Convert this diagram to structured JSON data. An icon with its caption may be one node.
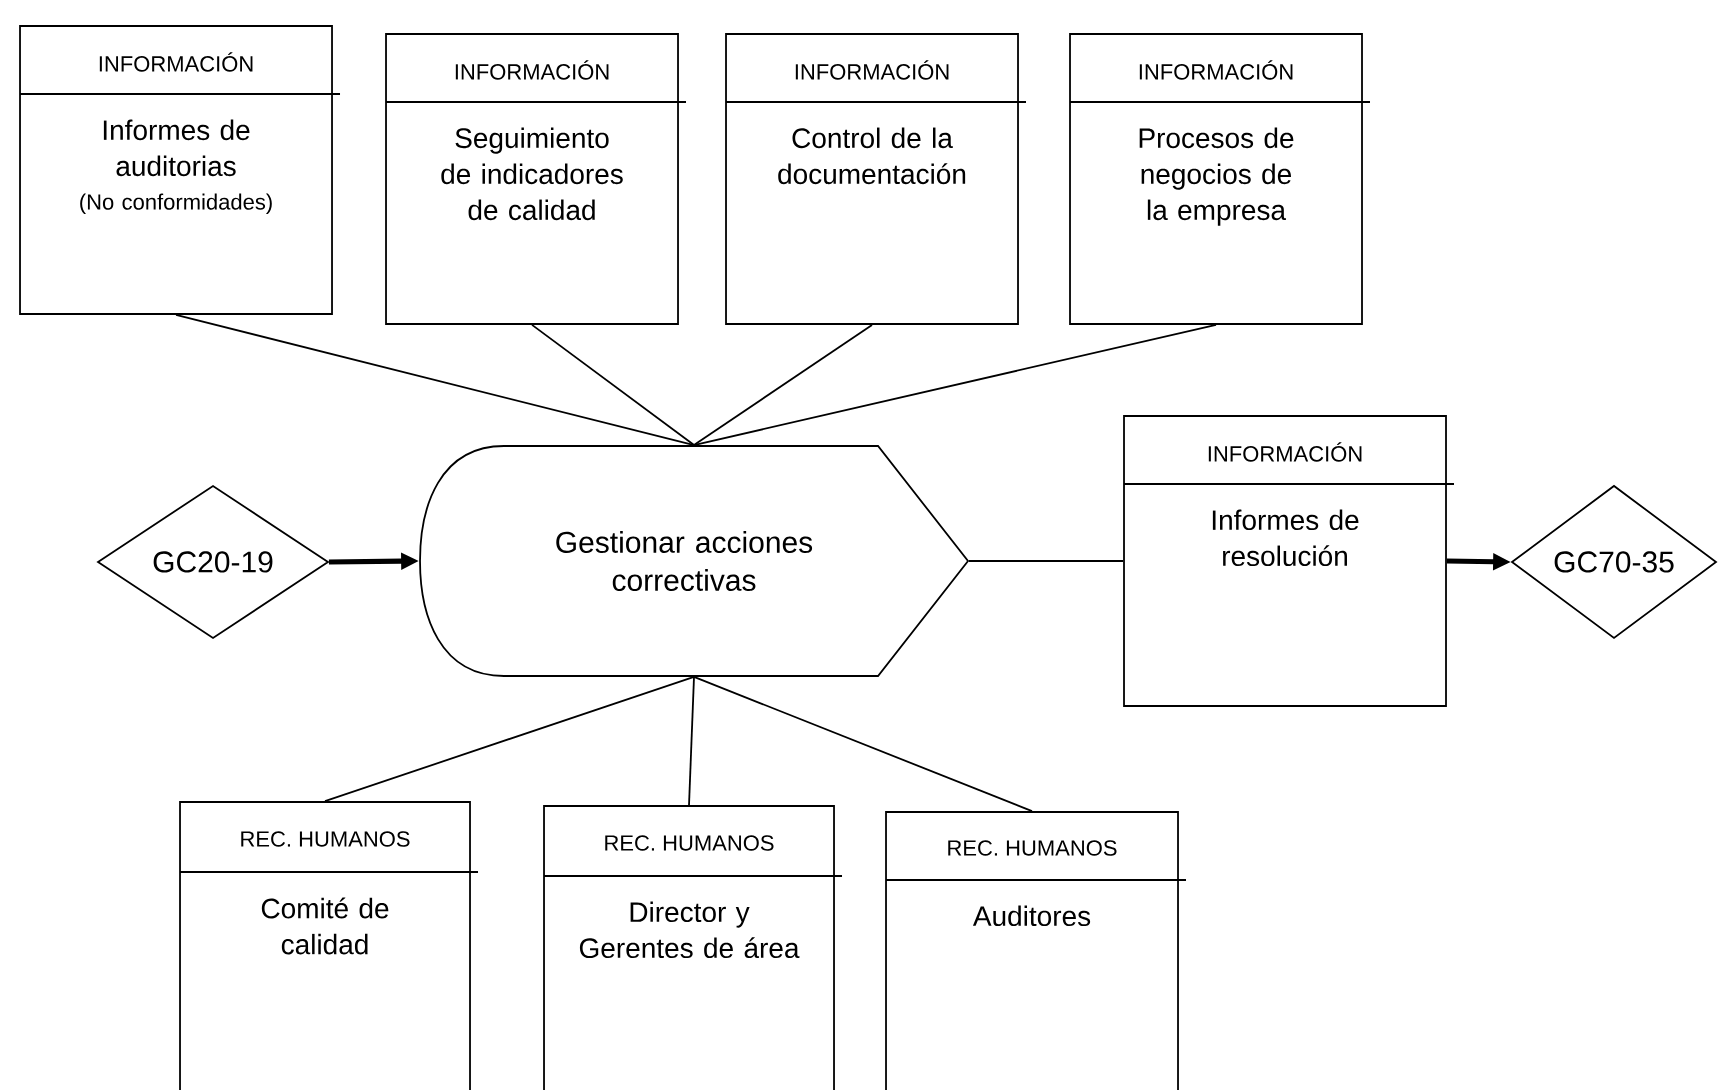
{
  "diagram": {
    "nodes": [
      {
        "text": [
          "INFORMACIÓN",
          "Informes de auditorias",
          "(No conformidades)"
        ]
      },
      {
        "text": [
          "INFORMACIÓN",
          "Seguimiento de indicadores de calidad"
        ]
      },
      {
        "text": [
          "INFORMACIÓN",
          "Control de la documentación"
        ]
      },
      {
        "text": [
          "INFORMACIÓN",
          "Procesos de negocios de la empresa"
        ]
      },
      {
        "text": [
          "GC20-19"
        ]
      },
      {
        "text": [
          "Gestionar acciones correctivas"
        ]
      },
      {
        "text": [
          "INFORMACIÓN",
          "Informes de resolución"
        ]
      },
      {
        "text": [
          "GC70-35"
        ]
      },
      {
        "text": [
          "REC. HUMANOS",
          "Comité de calidad"
        ]
      },
      {
        "text": [
          "REC. HUMANOS",
          "Director y Gerentes de área"
        ]
      },
      {
        "text": [
          "REC. HUMANOS",
          "Auditores"
        ]
      }
    ],
    "edges": [
      {
        "from": 0,
        "to": 5,
        "arrow": "none"
      },
      {
        "from": 1,
        "to": 5,
        "arrow": "none"
      },
      {
        "from": 2,
        "to": 5,
        "arrow": "none"
      },
      {
        "from": 3,
        "to": 5,
        "arrow": "none"
      },
      {
        "from": 4,
        "to": 5,
        "arrow": "to",
        "style": "thick"
      },
      {
        "from": 5,
        "to": 6,
        "arrow": "none"
      },
      {
        "from": 6,
        "to": 7,
        "arrow": "to",
        "style": "thick"
      },
      {
        "from": 5,
        "to": 8,
        "arrow": "none"
      },
      {
        "from": 5,
        "to": 9,
        "arrow": "none"
      },
      {
        "from": 5,
        "to": 10,
        "arrow": "none"
      }
    ]
  }
}
